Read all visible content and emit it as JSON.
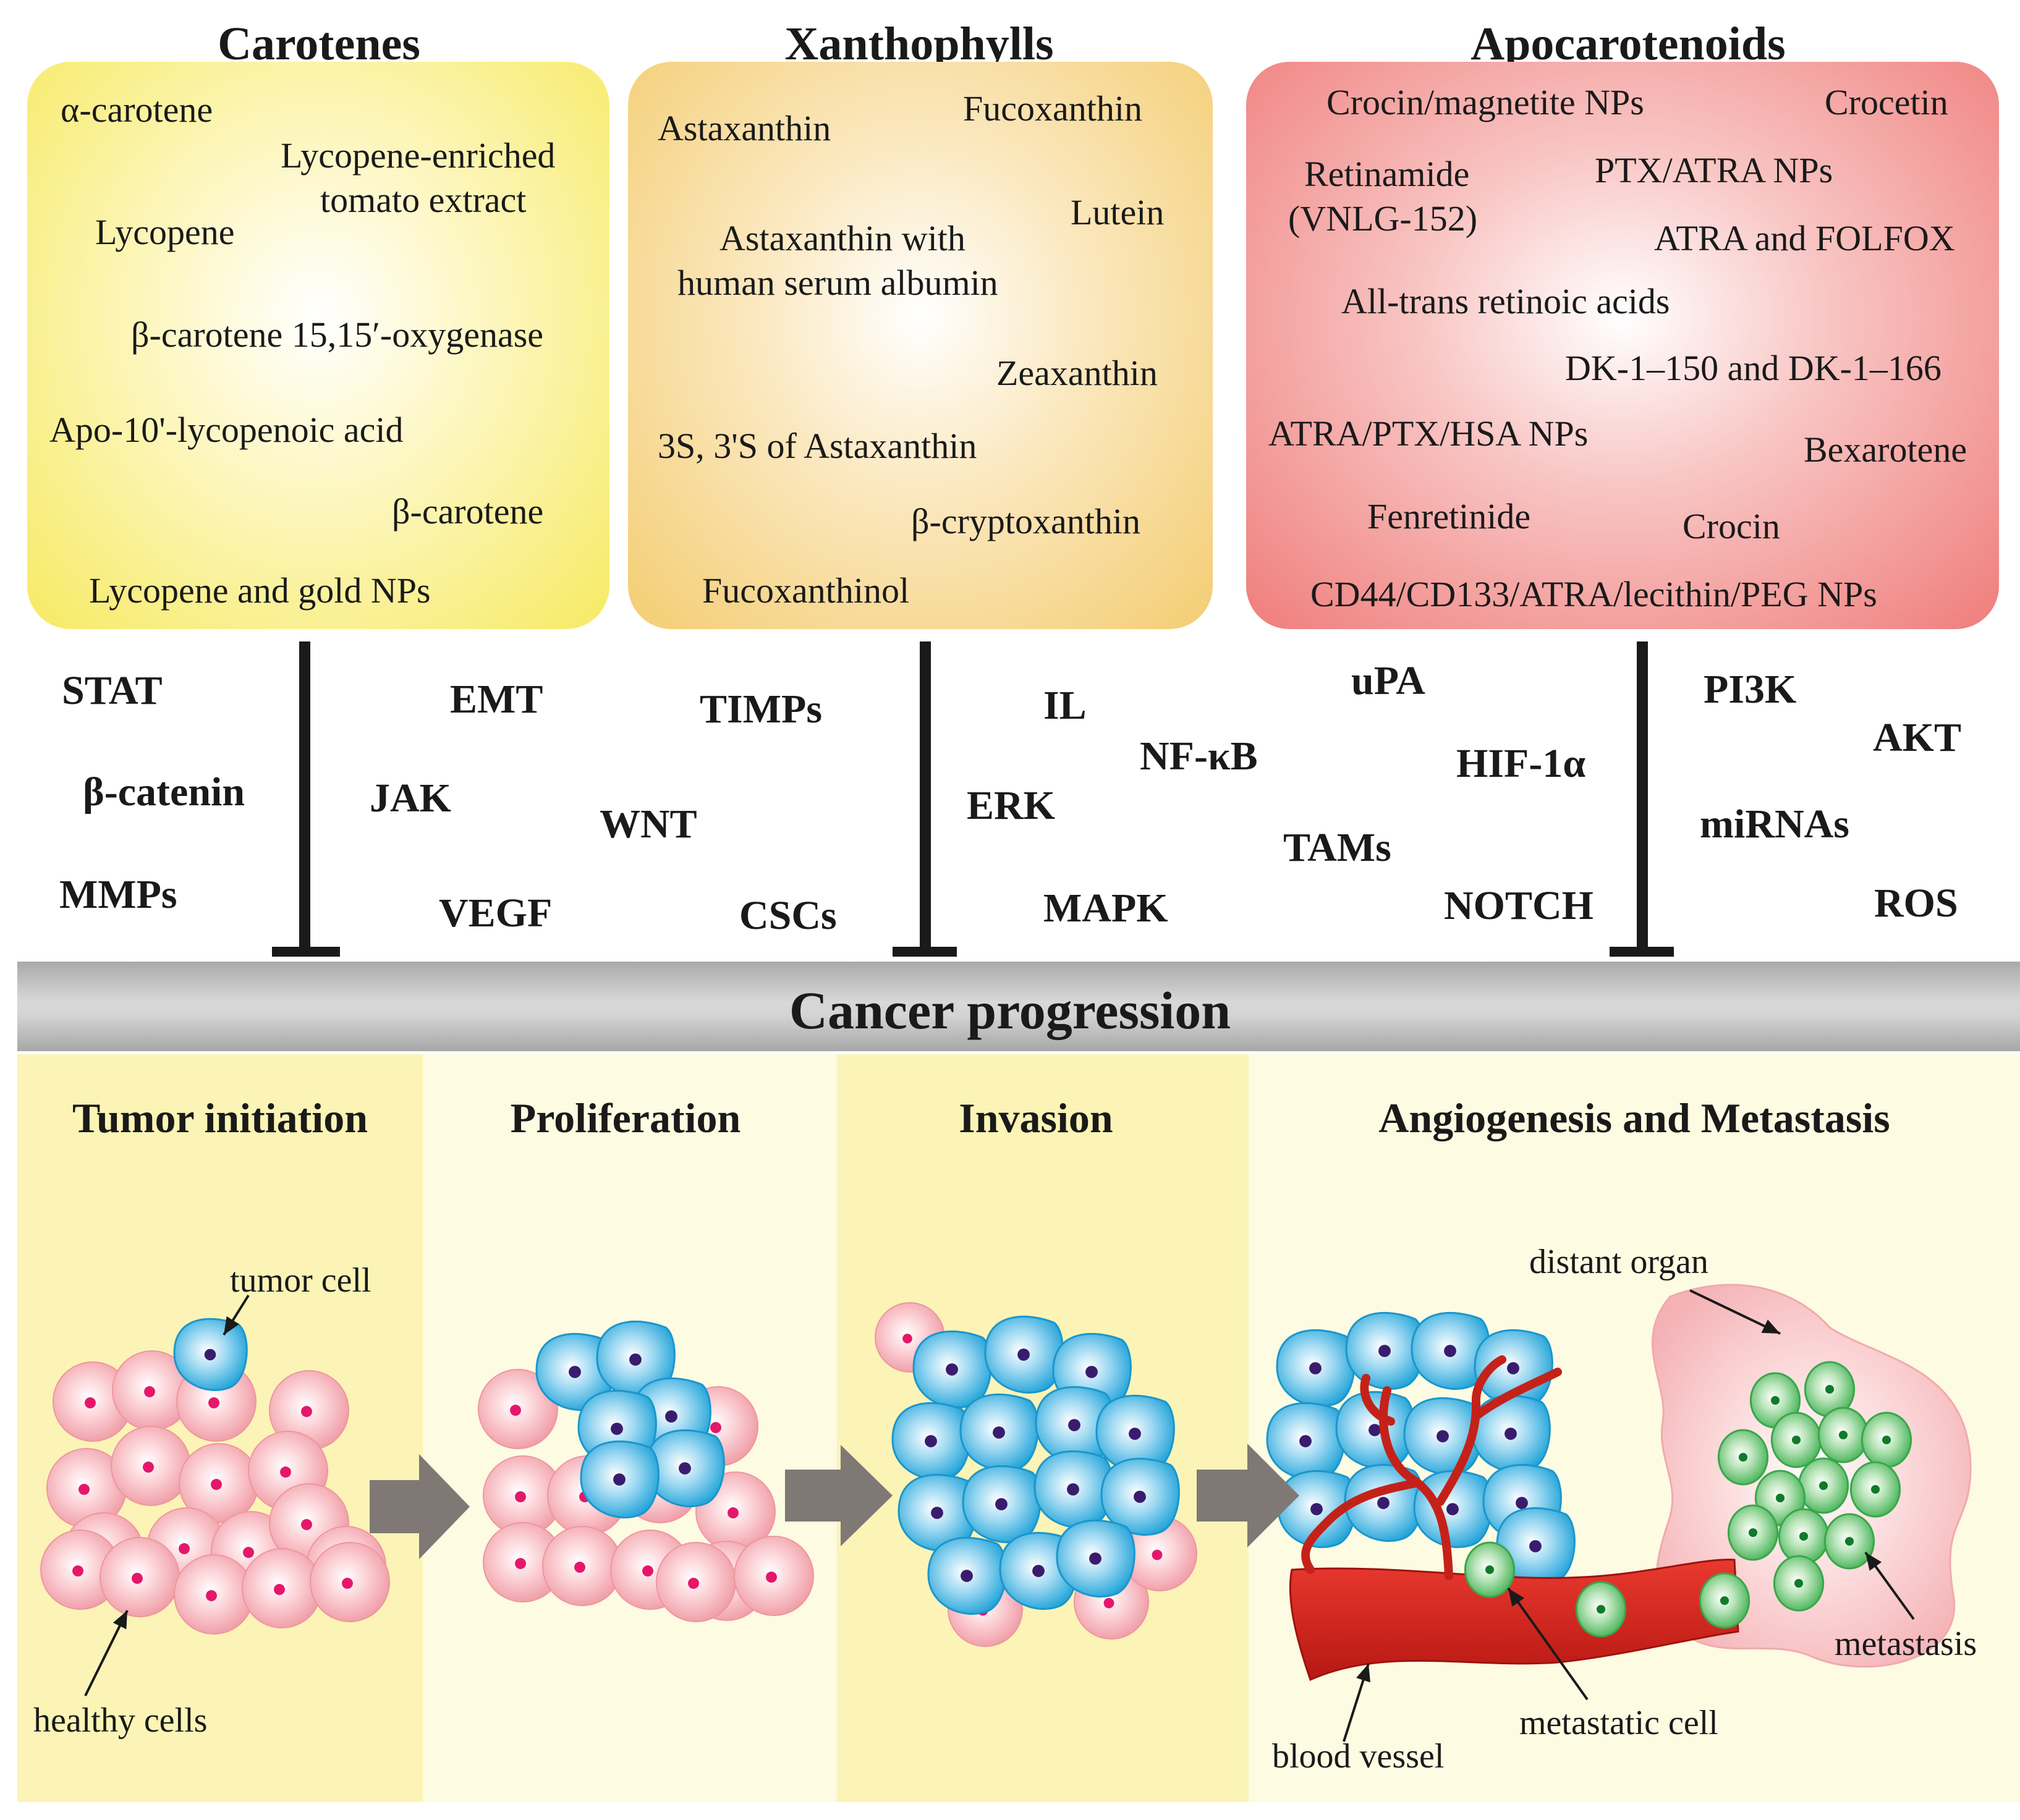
{
  "groups": {
    "carotenes": {
      "title": "Carotenes",
      "items": [
        "α-carotene",
        "Lycopene-enriched",
        "tomato extract",
        "Lycopene",
        "β-carotene 15,15′-oxygenase",
        "Apo-10'-lycopenoic acid",
        "β-carotene",
        "Lycopene and gold NPs"
      ]
    },
    "xanthophylls": {
      "title": "Xanthophylls",
      "items": [
        "Astaxanthin",
        "Fucoxanthin",
        "Lutein",
        "Astaxanthin with",
        "human serum albumin",
        "Zeaxanthin",
        "3S, 3'S of Astaxanthin",
        "β-cryptoxanthin",
        "Fucoxanthinol"
      ]
    },
    "apocarotenoids": {
      "title": "Apocarotenoids",
      "items": [
        "Crocin/magnetite NPs",
        "Crocetin",
        "Retinamide",
        "(VNLG-152)",
        "PTX/ATRA NPs",
        "ATRA and FOLFOX",
        "All-trans retinoic acids",
        "DK-1–150 and DK-1–166",
        "ATRA/PTX/HSA NPs",
        "Bexarotene",
        "Fenretinide",
        "Crocin",
        "CD44/CD133/ATRA/lecithin/PEG NPs"
      ]
    }
  },
  "targets": [
    "STAT",
    "β-catenin",
    "MMPs",
    "EMT",
    "JAK",
    "VEGF",
    "TIMPs",
    "WNT",
    "CSCs",
    "IL",
    "ERK",
    "MAPK",
    "NF-κB",
    "uPA",
    "TAMs",
    "HIF-1α",
    "NOTCH",
    "PI3K",
    "AKT",
    "miRNAs",
    "ROS"
  ],
  "band": {
    "title": "Cancer progression"
  },
  "stages": [
    "Tumor initiation",
    "Proliferation",
    "Invasion",
    "Angiogenesis and Metastasis"
  ],
  "labels": {
    "tumor_cell": "tumor cell",
    "healthy_cells": "healthy cells",
    "distant_organ": "distant organ",
    "metastasis": "metastasis",
    "blood_vessel": "blood vessel",
    "metastatic_cell": "metastatic cell"
  },
  "colors": {
    "carotenes_box": "#f6ea63",
    "xanthophylls_box": "#f4cd72",
    "apocarotenoids_box": "#ef7d7b",
    "tumor_cell": "#29a9dc",
    "healthy_cell": "#f4a6ae",
    "metastatic_cell": "#4dbb5d",
    "blood_vessel": "#d8261f",
    "band": "#c8c8c8",
    "stage_dark": "#fbf4b6",
    "stage_light": "#fdfbe2"
  }
}
